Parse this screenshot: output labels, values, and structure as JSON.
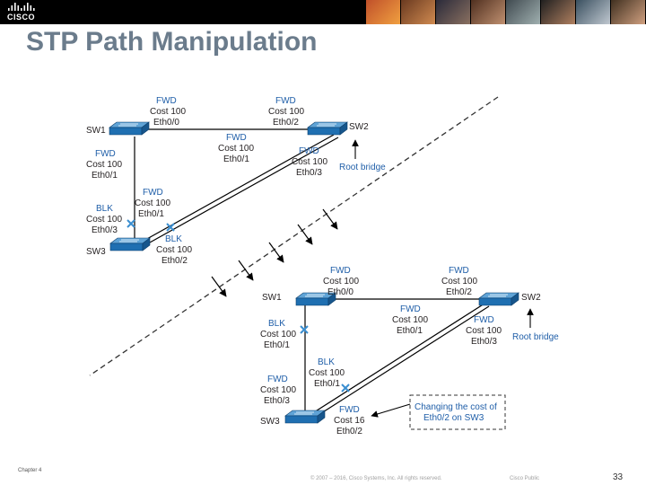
{
  "logo": {
    "text": "CISCO"
  },
  "title": "STP Path Manipulation",
  "footer": {
    "chapter": "Chapter 4",
    "copyright": "© 2007 – 2016, Cisco Systems, Inc. All rights reserved.",
    "classification": "Cisco Public",
    "page": "33"
  },
  "colors": {
    "switch_face": "#1f6fb1",
    "switch_top": "#5fa3d6",
    "state": "#1f5ea8",
    "blocked_x": "#3a8ed0"
  },
  "before": {
    "switches": {
      "sw1": "SW1",
      "sw2": "SW2",
      "sw3": "SW3"
    },
    "root_note": "Root bridge",
    "sw1_sw2_sw1": {
      "state": "FWD",
      "cost": "Cost 100",
      "port": "Eth0/0"
    },
    "sw1_sw2_sw2": {
      "state": "FWD",
      "cost": "Cost 100",
      "port": "Eth0/2"
    },
    "sw2_sw3_mid": {
      "state": "FWD",
      "cost": "Cost 100",
      "port": "Eth0/1"
    },
    "sw2_eth03": {
      "state": "FWD",
      "cost": "Cost 100",
      "port": "Eth0/3"
    },
    "sw1_eth01": {
      "state": "FWD",
      "cost": "Cost 100",
      "port": "Eth0/1"
    },
    "sw3_eth03": {
      "state": "BLK",
      "cost": "Cost 100",
      "port": "Eth0/3"
    },
    "sw3_link_fwd": {
      "state": "FWD",
      "cost": "Cost 100",
      "port": "Eth0/1"
    },
    "sw3_eth02": {
      "state": "BLK",
      "cost": "Cost 100",
      "port": "Eth0/2"
    }
  },
  "after": {
    "switches": {
      "sw1": "SW1",
      "sw2": "SW2",
      "sw3": "SW3"
    },
    "root_note": "Root bridge",
    "change_note": {
      "line1": "Changing the cost of",
      "line2": "Eth0/2 on SW3"
    },
    "sw1_eth00": {
      "state": "FWD",
      "cost": "Cost 100",
      "port": "Eth0/0"
    },
    "sw2_eth02": {
      "state": "FWD",
      "cost": "Cost 100",
      "port": "Eth0/2"
    },
    "mid_eth01": {
      "state": "FWD",
      "cost": "Cost 100",
      "port": "Eth0/1"
    },
    "sw2_eth03": {
      "state": "FWD",
      "cost": "Cost 100",
      "port": "Eth0/3"
    },
    "sw1_eth01": {
      "state": "BLK",
      "cost": "Cost 100",
      "port": "Eth0/1"
    },
    "sw3_eth01": {
      "state": "BLK",
      "cost": "Cost 100",
      "port": "Eth0/1"
    },
    "sw3_eth03": {
      "state": "FWD",
      "cost": "Cost 100",
      "port": "Eth0/3"
    },
    "sw3_eth02": {
      "state": "FWD",
      "cost": "Cost 16",
      "port": "Eth0/2"
    }
  }
}
